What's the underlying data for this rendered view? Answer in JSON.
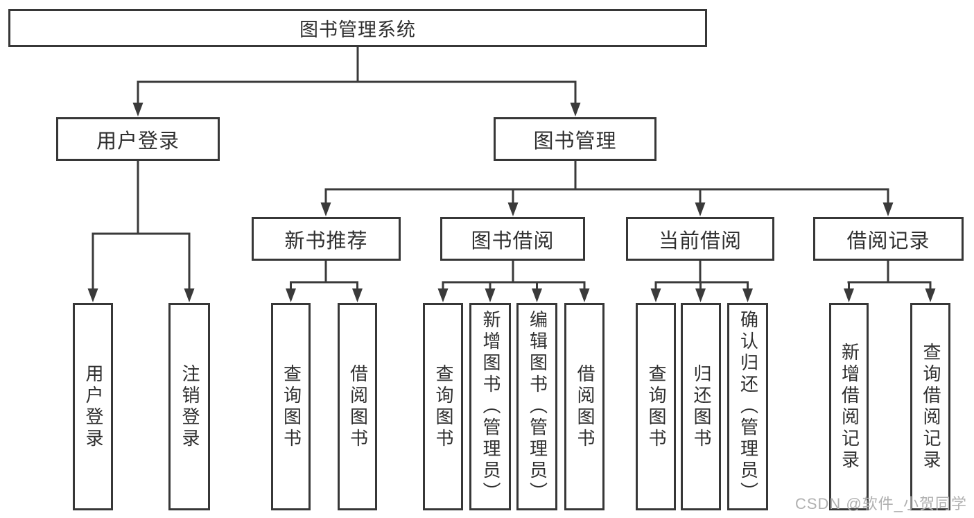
{
  "diagram": {
    "type": "hierarchy-diagram",
    "watermark": "CSDN @软件_小贺同学",
    "colors": {
      "line": "#3a3a3a",
      "box_border": "#373737",
      "text": "#2f2f2f",
      "background": "#ffffff",
      "watermark": "#b0b0b0"
    }
  },
  "tree": {
    "root": "图书管理系统",
    "level2": [
      "用户登录",
      "图书管理"
    ],
    "level3": [
      "新书推荐",
      "图书借阅",
      "当前借阅",
      "借阅记录"
    ],
    "leaves": [
      "用户登录",
      "注销登录",
      "查询图书",
      "借阅图书",
      "查询图书",
      "新增图书（管理员）",
      "编辑图书（管理员）",
      "借阅图书",
      "查询图书",
      "归还图书",
      "确认归还（管理员）",
      "新增借阅记录",
      "查询借阅记录"
    ]
  },
  "hierarchy": {
    "图书管理系统": {
      "用户登录": [
        "用户登录",
        "注销登录"
      ],
      "图书管理": {
        "新书推荐": [
          "查询图书",
          "借阅图书"
        ],
        "图书借阅": [
          "查询图书",
          "新增图书（管理员）",
          "编辑图书（管理员）",
          "借阅图书"
        ],
        "当前借阅": [
          "查询图书",
          "归还图书",
          "确认归还（管理员）"
        ],
        "借阅记录": [
          "新增借阅记录",
          "查询借阅记录"
        ]
      }
    }
  }
}
